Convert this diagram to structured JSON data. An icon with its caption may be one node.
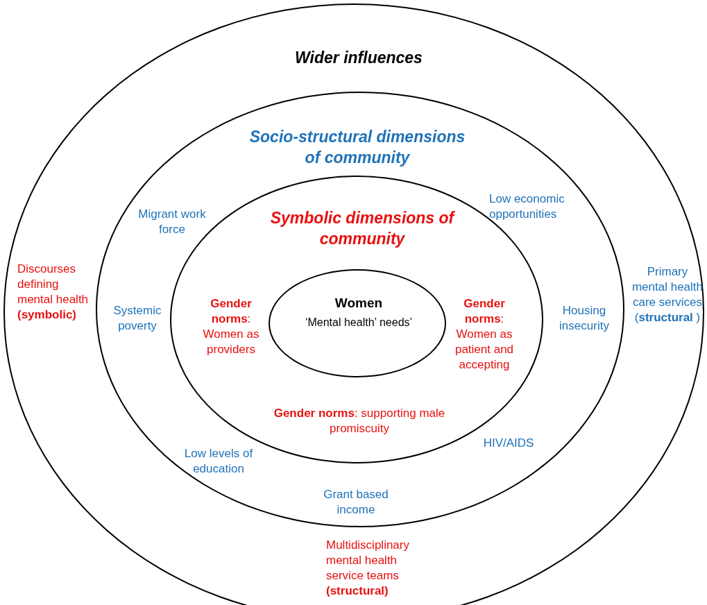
{
  "diagram": {
    "nodes": [
      {
        "text": [
          "Wider influences"
        ]
      },
      {
        "text": [
          "Socio-structural dimensions of community"
        ],
        "in": 0
      },
      {
        "text": [
          "Symbolic dimensions of community"
        ],
        "in": 1
      },
      {
        "text": [
          "Women",
          "‘Mental health’ needs’"
        ],
        "in": 2
      }
    ],
    "labels": [
      "Low economic opportunities",
      "Migrant work force",
      "Discourses defining mental health **(symbolic)**",
      "Primary mental health care services (**structural** )",
      "Systemic poverty",
      "**Gender norms**: Women as providers",
      "**Gender norms**: Women as patient and accepting",
      "Housing insecurity",
      "**Gender norms**: supporting male promiscuity",
      "HIV/AIDS",
      "Low levels of education",
      "Grant based income",
      "Multidisciplinary mental health service teams **(structural)**"
    ]
  }
}
